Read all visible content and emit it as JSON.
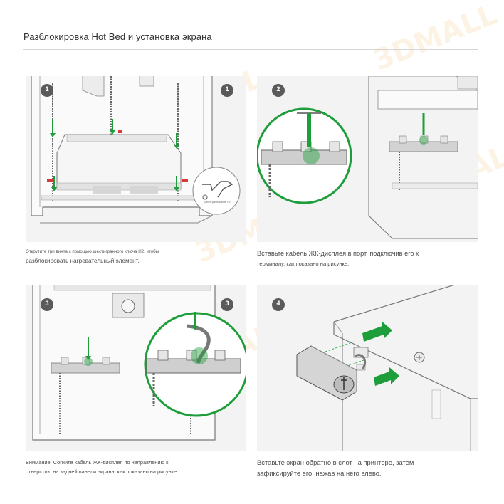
{
  "page": {
    "title": "Разблокировка Hot Bed и установка экрана",
    "accent_color": "#1e9e3a",
    "badge_color": "#5a5a5a"
  },
  "watermark": {
    "text": "3DMALL"
  },
  "panels": [
    {
      "step_badges": [
        "1",
        "1"
      ],
      "callout_label": "Шестигранный ключ H2",
      "caption_lines": [
        "Открутите три винта с помощью шестигранного ключа H2, чтобы",
        "разблокировать нагревательный элемент."
      ]
    },
    {
      "step_badges": [
        "2"
      ],
      "caption_lines": [
        "Вставьте кабель ЖК-дисплея в порт, подключив его к",
        "терминалу, как показано на рисунке."
      ]
    },
    {
      "step_badges": [
        "3",
        "3"
      ],
      "caption_lines": [
        "Внимание: Согните кабель ЖК-дисплея по направлению к",
        "отверстию на задней панели экрана, как показано на рисунке."
      ]
    },
    {
      "step_badges": [
        "4"
      ],
      "caption_lines": [
        "Вставьте экран обратно в слот на принтере, затем",
        "зафиксируйте его, нажав на него влево."
      ]
    }
  ]
}
